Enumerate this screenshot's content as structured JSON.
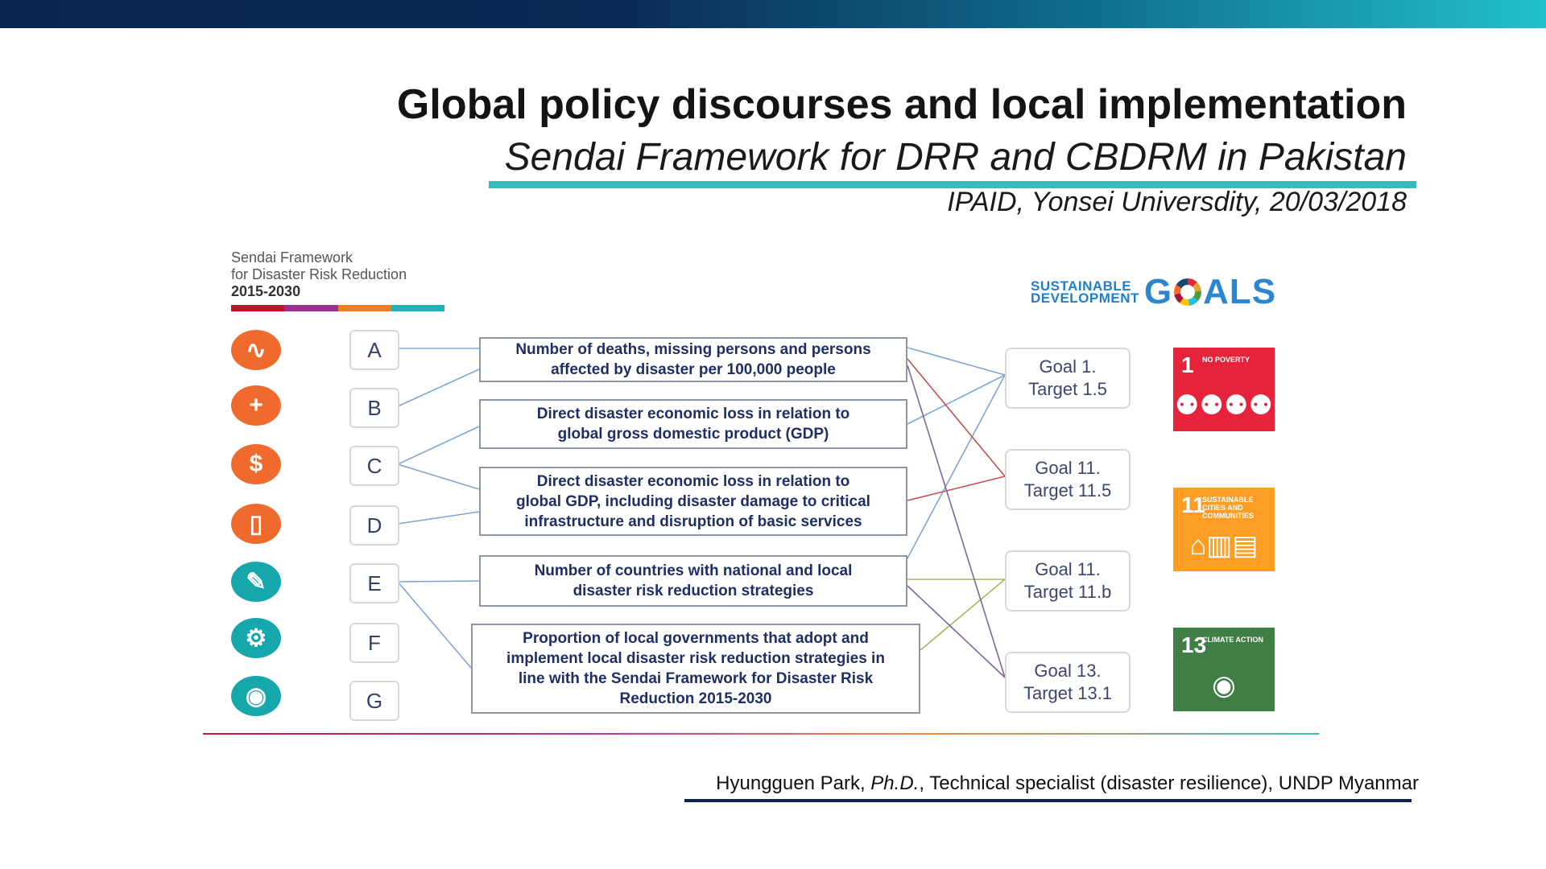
{
  "header": {
    "title": "Global policy discourses and local implementation",
    "subtitle": "Sendai Framework for DRR and CBDRM in Pakistan",
    "venue": "IPAID, Yonsei Universdity, 20/03/2018"
  },
  "sendai_logo": {
    "line1": "Sendai Framework",
    "line2": "for Disaster Risk Reduction",
    "years": "2015-2030",
    "bar_colors": [
      "#c8102e",
      "#9b2f8f",
      "#f47b20",
      "#1fb3b5"
    ]
  },
  "sdg_logo": {
    "line1": "SUSTAINABLE",
    "line2": "DEVELOPMENT",
    "goals_pre": "G",
    "goals_post": "ALS"
  },
  "targets": [
    {
      "letter": "A",
      "icon": "heartbeat-icon",
      "glyph": "∿",
      "color": "#ef6a2c"
    },
    {
      "letter": "B",
      "icon": "plus-icon",
      "glyph": "+",
      "color": "#ef6a2c"
    },
    {
      "letter": "C",
      "icon": "dollar-icon",
      "glyph": "$",
      "color": "#ef6a2c"
    },
    {
      "letter": "D",
      "icon": "building-icon",
      "glyph": "▯",
      "color": "#ef6a2c"
    },
    {
      "letter": "E",
      "icon": "pencil-icon",
      "glyph": "✎",
      "color": "#16a7ad"
    },
    {
      "letter": "F",
      "icon": "gears-icon",
      "glyph": "⚙",
      "color": "#16a7ad"
    },
    {
      "letter": "G",
      "icon": "antenna-icon",
      "glyph": "◉",
      "color": "#16a7ad"
    }
  ],
  "indicators": [
    {
      "line1": "Number of deaths, missing persons and persons",
      "line2": "affected by disaster per 100,000 people"
    },
    {
      "line1": "Direct disaster economic loss in relation to",
      "line2": "global gross domestic product (GDP)"
    },
    {
      "line1": "Direct disaster economic loss in relation to",
      "line2": "global GDP, including disaster damage to critical",
      "line3": "infrastructure and disruption of basic services"
    },
    {
      "line1": "Number of countries with national and local",
      "line2": "disaster risk reduction strategies"
    },
    {
      "line1": "Proportion of local governments that adopt and",
      "line2": "implement local disaster risk reduction strategies in",
      "line3": "line with the Sendai Framework for Disaster Risk",
      "line4": "Reduction 2015-2030"
    }
  ],
  "goals": [
    {
      "goal": "Goal 1.",
      "target": "Target 1.5"
    },
    {
      "goal": "Goal 11.",
      "target": "Target 11.5"
    },
    {
      "goal": "Goal 11.",
      "target": "Target 11.b"
    },
    {
      "goal": "Goal 13.",
      "target": "Target 13.1"
    }
  ],
  "sdg_tiles": [
    {
      "number": "1",
      "name": "NO POVERTY",
      "icon": "family-icon",
      "glyph": "⚉⚉⚉⚉",
      "color": "#e5243b"
    },
    {
      "number": "11",
      "name": "SUSTAINABLE CITIES AND COMMUNITIES",
      "icon": "city-icon",
      "glyph": "⌂▥▤",
      "color": "#fd9d24"
    },
    {
      "number": "13",
      "name": "CLIMATE ACTION",
      "icon": "eye-globe-icon",
      "glyph": "◉",
      "color": "#3f7e44"
    }
  ],
  "connectors": {
    "left_color": "#7fa6cf",
    "right_colors": [
      "#7fa6cf",
      "#c0504d",
      "#9bbb59",
      "#8064a2"
    ]
  },
  "footer": {
    "author_name": "Hyungguen Park, ",
    "author_degree": "Ph.D.",
    "author_rest": ", Technical specialist (disaster resilience), UNDP Myanmar"
  }
}
